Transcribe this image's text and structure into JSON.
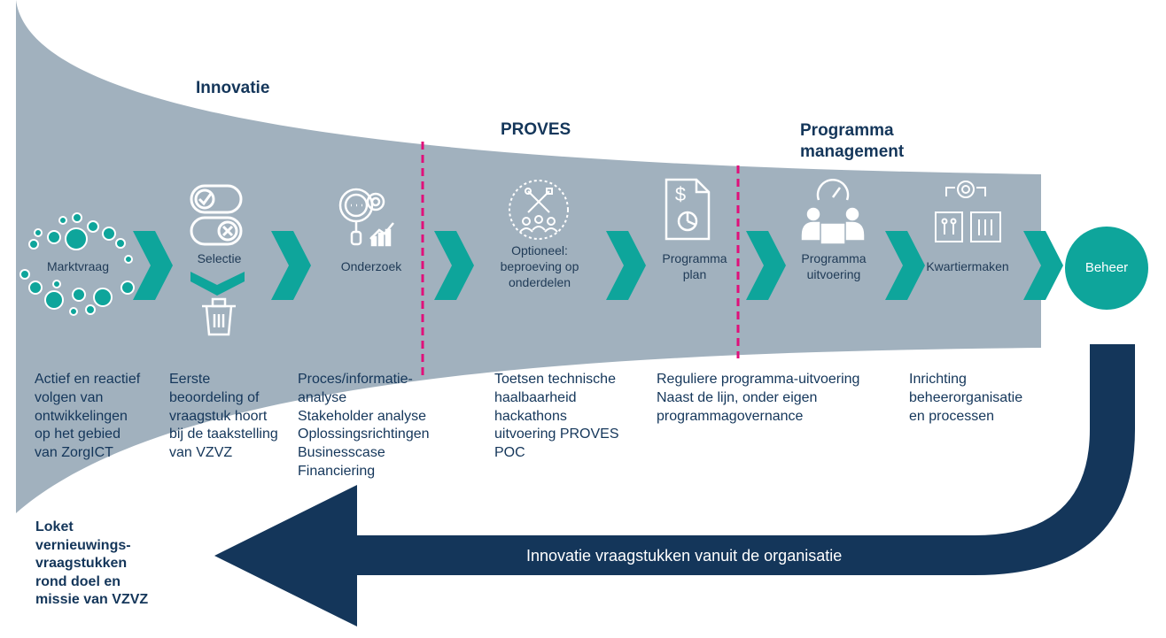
{
  "phases": {
    "innovatie": "Innovatie",
    "proves": "PROVES",
    "programma": "Programma\nmanagement"
  },
  "steps": [
    {
      "label": "Marktvraag",
      "icon": "bubbles-cluster-icon"
    },
    {
      "label": "Selectie",
      "icon": "toggle-switches-icon"
    },
    {
      "label": "Onderzoek",
      "icon": "magnifier-gear-chart-icon"
    },
    {
      "label": "Optioneel:\nbeproeving op\nonderdelen",
      "icon": "tools-team-icon"
    },
    {
      "label": "Programma\nplan",
      "icon": "dollar-document-icon"
    },
    {
      "label": "Programma\nuitvoering",
      "icon": "meeting-gauge-icon"
    },
    {
      "label": "Kwartiermaken",
      "icon": "organisation-gear-icon"
    }
  ],
  "end_step": {
    "label": "Beheer"
  },
  "descriptions": [
    "Actief en reactief\nvolgen van\nontwikkelingen\nop het gebied\nvan ZorgICT",
    "Eerste\nbeoordeling of\nvraagstuk hoort\nbij de taakstelling\nvan VZVZ",
    "Proces/informatie-\nanalyse\nStakeholder analyse\nOplossingsrichtingen\nBusinesscase\nFinanciering",
    "Toetsen technische\nhaalbaarheid\nhackathons\nuitvoering PROVES\nPOC",
    "Reguliere programma-uitvoering\nNaast de lijn, onder eigen\nprogrammagovernance",
    "Inrichting\nbeheerorganisatie\nen processen"
  ],
  "loket": "Loket\nvernieuwings-\nvraagstukken\nrond doel en\nmissie van VZVZ",
  "return_arrow": {
    "label": "Innovatie vraagstukken vanuit de organisatie"
  },
  "colors": {
    "funnel": "#a1b1be",
    "teal": "#0ea59b",
    "navy": "#14365a",
    "divider": "#e0107a",
    "icon_line": "#2b4a66"
  }
}
